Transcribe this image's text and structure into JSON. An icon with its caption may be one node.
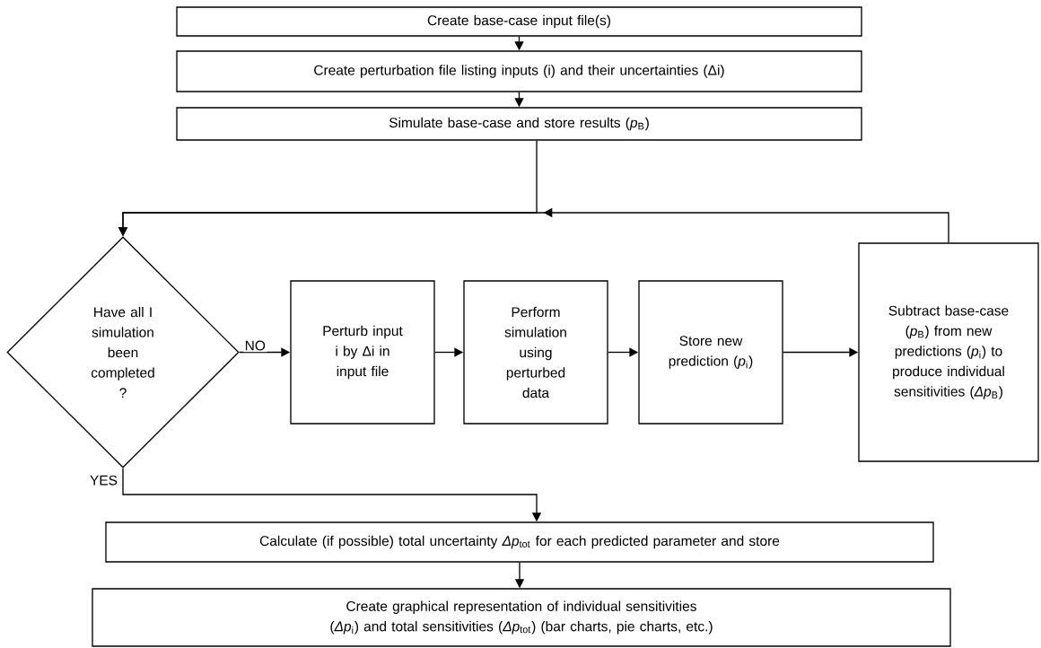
{
  "diagram": {
    "nodes": [
      {
        "text": [
          "Create base-case input file(s)"
        ]
      },
      {
        "text": [
          "Create perturbation file listing inputs (i) and their uncertainties (Δi)"
        ]
      },
      {
        "text": [
          "Simulate base-case and store results (*p*$_{B}$)"
        ]
      },
      {
        "text": [
          "Have all I simulation been completed ?"
        ]
      },
      {
        "text": [
          "Perturb input i by Δi in input file"
        ]
      },
      {
        "text": [
          "Perform simulation using perturbed data"
        ]
      },
      {
        "text": [
          "Store new prediction (*p*$_{i}$)"
        ]
      },
      {
        "text": [
          "Subtract base-case (*p*$_{B}$) from new predictions (*p*$_{i}$) to produce individual sensitivities (*Δp*$_{B}$)"
        ]
      },
      {
        "text": [
          "Calculate (if possible) total uncertainty *Δp*$_{tot}$ for each predicted parameter and store"
        ]
      },
      {
        "text": [
          "Create graphical representation of individual sensitivities (*Δp*$_{i}$) and total sensitivities (*Δp*$_{tot}$) (bar charts, pie charts, etc.)"
        ]
      }
    ],
    "edges": [
      {
        "from": 0,
        "to": 1,
        "arrow": "to"
      },
      {
        "from": 1,
        "to": 2,
        "arrow": "to"
      },
      {
        "from": 2,
        "to": 3,
        "arrow": "to"
      },
      {
        "from": 3,
        "to": 4,
        "arrow": "to",
        "label": "NO"
      },
      {
        "from": 4,
        "to": 5,
        "arrow": "to"
      },
      {
        "from": 5,
        "to": 6,
        "arrow": "to"
      },
      {
        "from": 6,
        "to": 7,
        "arrow": "to"
      },
      {
        "from": 7,
        "to": 3,
        "arrow": "to"
      },
      {
        "from": 3,
        "to": 8,
        "arrow": "to",
        "label": "YES"
      },
      {
        "from": 8,
        "to": 9,
        "arrow": "to"
      }
    ]
  }
}
